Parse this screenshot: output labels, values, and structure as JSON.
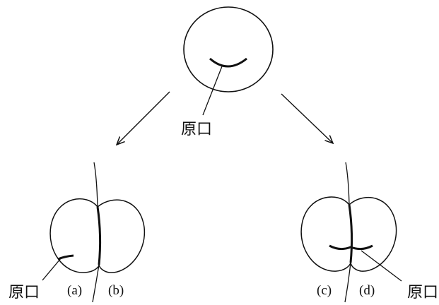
{
  "diagram": {
    "labels": {
      "blastopore_top": "原口",
      "blastopore_left": "原口",
      "blastopore_right": "原口",
      "a": "(a)",
      "b": "(b)",
      "c": "(c)",
      "d": "(d)"
    },
    "colors": {
      "stroke": "#111111",
      "background": "#ffffff"
    }
  }
}
